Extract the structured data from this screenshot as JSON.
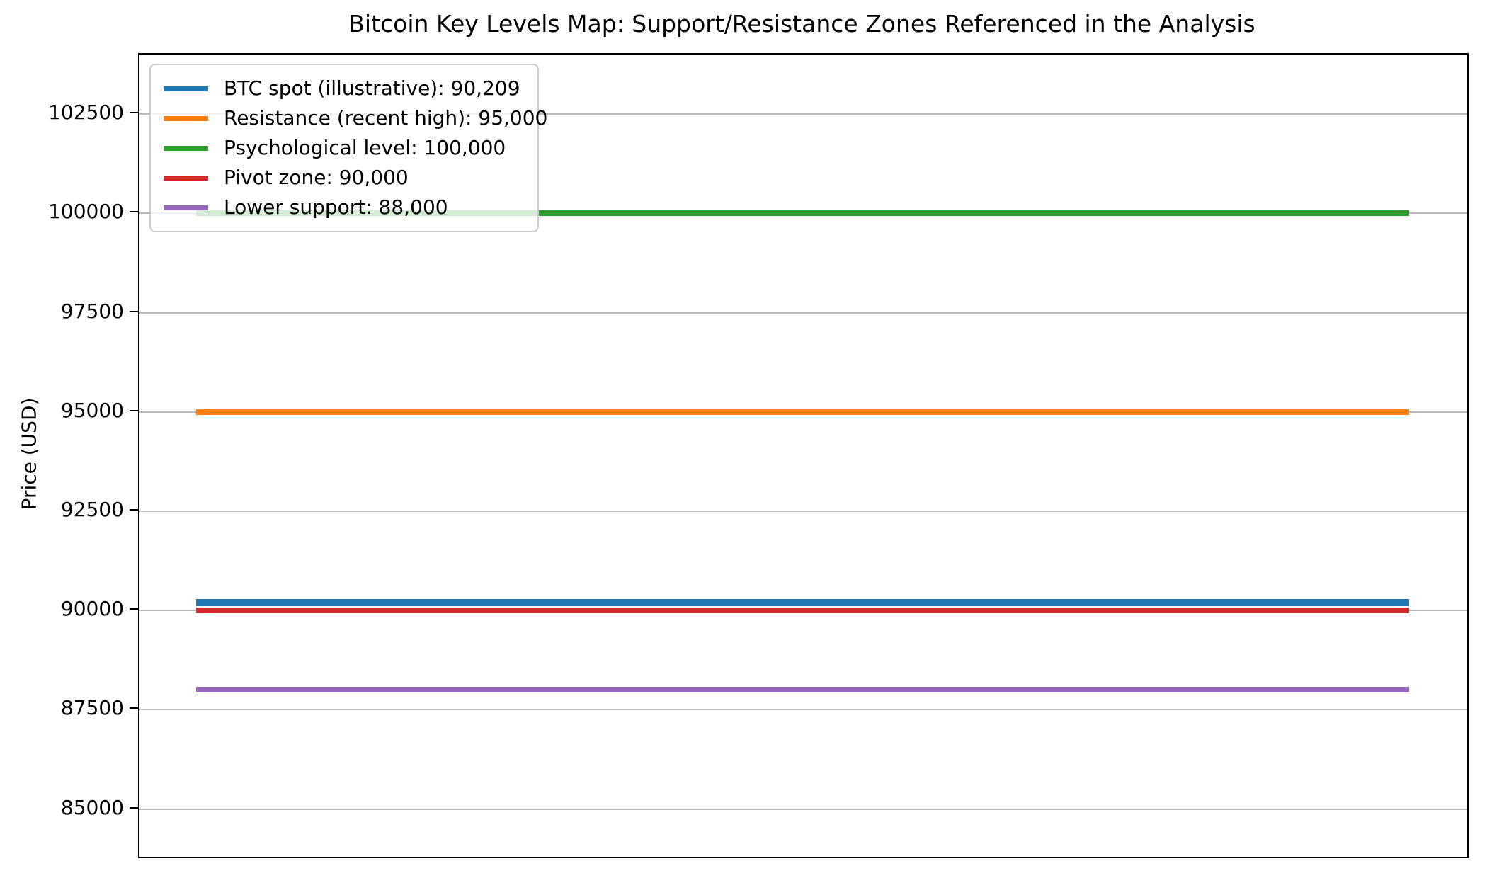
{
  "chart_data": {
    "type": "line",
    "title": "Bitcoin Key Levels Map: Support/Resistance Zones Referenced in the Analysis",
    "xlabel": "",
    "ylabel": "Price (USD)",
    "ylim": [
      83800,
      104000
    ],
    "yticks": [
      85000,
      87500,
      90000,
      92500,
      95000,
      97500,
      100000,
      102500
    ],
    "grid": true,
    "legend_position": "upper left",
    "line_x_fraction": [
      0.0427,
      0.9563
    ],
    "series": [
      {
        "name": "BTC spot (illustrative): 90,209",
        "value": 90209,
        "color": "#1f77b4",
        "linewidth": 10
      },
      {
        "name": "Resistance (recent high): 95,000",
        "value": 95000,
        "color": "#ff7f0e",
        "linewidth": 8
      },
      {
        "name": "Psychological level: 100,000",
        "value": 100000,
        "color": "#2ca02c",
        "linewidth": 8
      },
      {
        "name": "Pivot zone: 90,000",
        "value": 90000,
        "color": "#d62728",
        "linewidth": 8
      },
      {
        "name": "Lower support: 88,000",
        "value": 88000,
        "color": "#9467bd",
        "linewidth": 8
      }
    ]
  }
}
